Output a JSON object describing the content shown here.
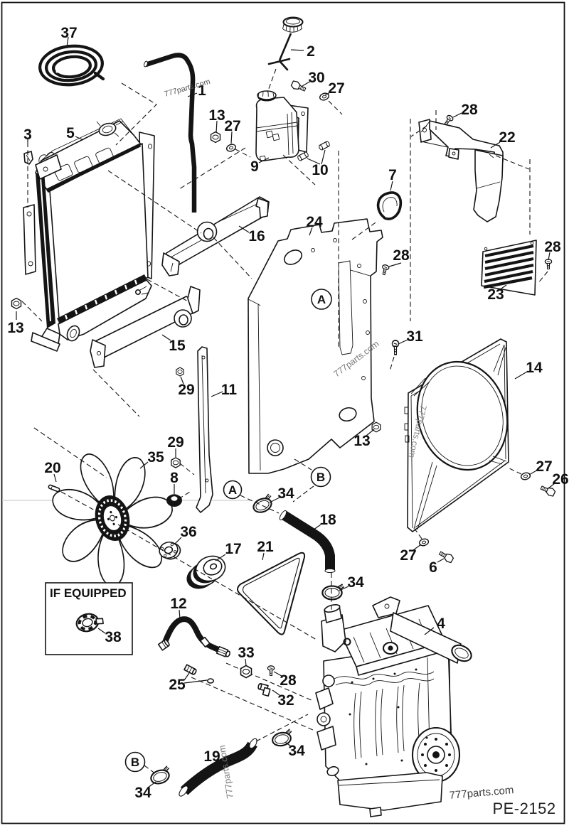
{
  "watermark": "777parts.com",
  "drawing_code": "PE-2152",
  "if_equipped": "IF EQUIPPED",
  "callouts": {
    "a": "A",
    "b": "B"
  },
  "parts": {
    "1": "1",
    "2": "2",
    "3": "3",
    "4": "4",
    "5": "5",
    "6": "6",
    "7": "7",
    "8": "8",
    "9": "9",
    "10": "10",
    "11": "11",
    "12": "12",
    "13": "13",
    "14": "14",
    "15": "15",
    "16": "16",
    "17": "17",
    "18": "18",
    "19": "19",
    "20": "20",
    "21": "21",
    "22": "22",
    "23": "23",
    "24": "24",
    "25": "25",
    "26": "26",
    "27": "27",
    "28": "28",
    "29": "29",
    "30": "30",
    "31": "31",
    "32": "32",
    "33": "33",
    "34": "34",
    "35": "35",
    "36": "36",
    "37": "37",
    "38": "38"
  }
}
